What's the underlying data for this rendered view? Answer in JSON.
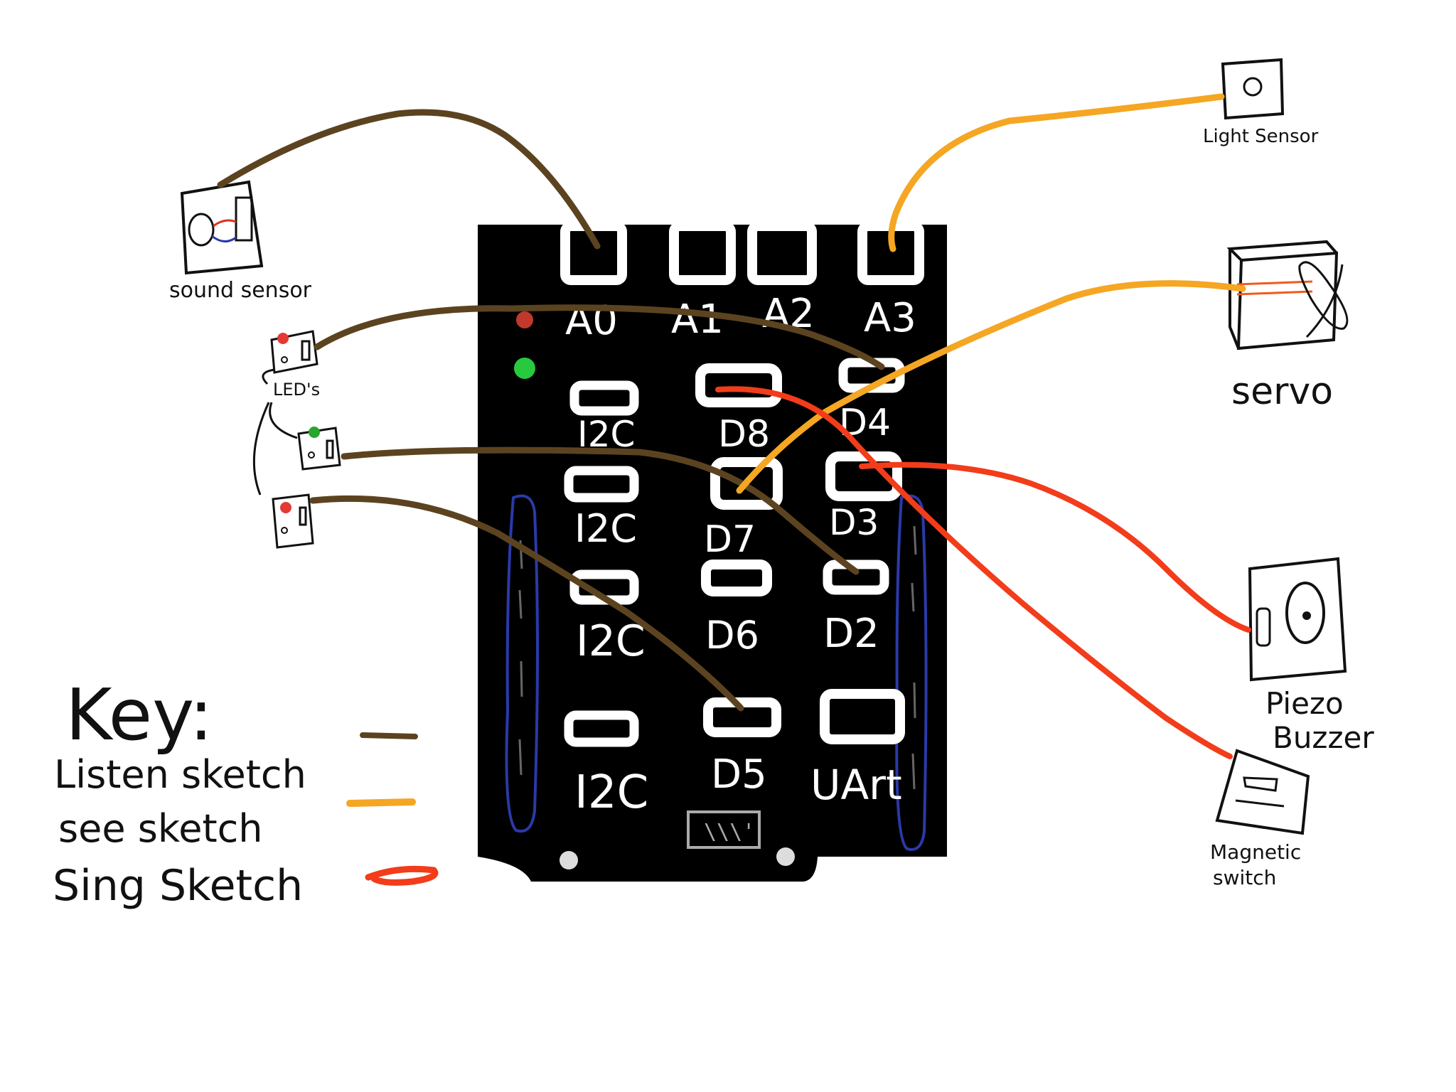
{
  "board": {
    "top_ports": [
      "A0",
      "A1",
      "A2",
      "A3"
    ],
    "left_ports": [
      "I2C",
      "I2C",
      "I2C",
      "I2C"
    ],
    "middle_ports": [
      "D8",
      "D7",
      "D6",
      "D5"
    ],
    "right_ports": [
      "D4",
      "D3",
      "D2",
      "UArt"
    ],
    "status_led_colors": [
      "#c0392b",
      "#27c93f"
    ]
  },
  "components": {
    "sound_sensor": "sound sensor",
    "leds": "LED's",
    "light_sensor": "Light Sensor",
    "servo": "servo",
    "piezo_buzzer_line1": "Piezo",
    "piezo_buzzer_line2": "Buzzer",
    "magnetic_switch_line1": "Magnetic",
    "magnetic_switch_line2": "switch"
  },
  "key": {
    "title": "Key:",
    "items": [
      {
        "label": "Listen sketch",
        "color": "#5c4320"
      },
      {
        "label": "see sketch",
        "color": "#f5a623"
      },
      {
        "label": "Sing Sketch",
        "color": "#f23c1a"
      }
    ]
  }
}
